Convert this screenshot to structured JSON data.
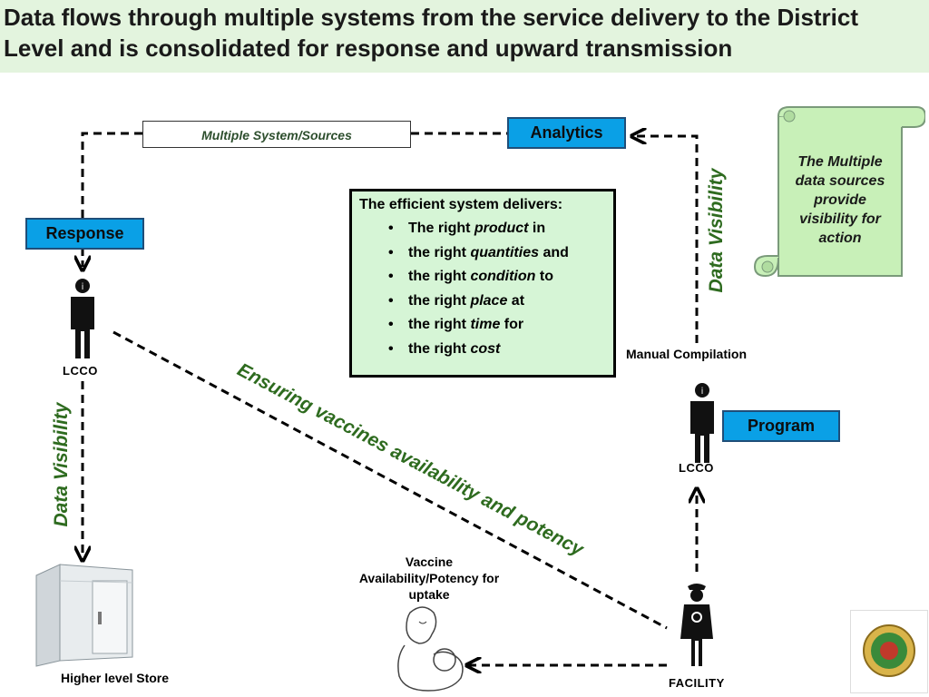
{
  "header": {
    "title": "Data flows through multiple systems from the service delivery to the District Level and is consolidated for response and upward transmission"
  },
  "boxes": {
    "sources": "Multiple System/Sources",
    "analytics": "Analytics",
    "response": "Response",
    "program": "Program"
  },
  "efficient_box": {
    "heading": "The efficient system delivers:",
    "items": [
      {
        "prefix": "The right ",
        "emph": "product",
        "suffix": " in"
      },
      {
        "prefix": "the right ",
        "emph": "quantities",
        "suffix": " and"
      },
      {
        "prefix": "the right ",
        "emph": "condition",
        "suffix": " to"
      },
      {
        "prefix": "the right ",
        "emph": "place",
        "suffix": " at"
      },
      {
        "prefix": "the right ",
        "emph": "time",
        "suffix": " for"
      },
      {
        "prefix": "the right ",
        "emph": "cost",
        "suffix": ""
      }
    ]
  },
  "labels": {
    "data_visibility_right": "Data Visibility",
    "data_visibility_left": "Data Visibility",
    "manual_compilation": "Manual Compilation",
    "diagonal": "Ensuring vaccines availability and potency",
    "vaccine_availability": "Vaccine Availability/Potency for uptake",
    "higher_store": "Higher level Store",
    "lcco_top_left": "LCCO",
    "lcco_right": "LCCO",
    "facility": "FACILITY"
  },
  "scroll": {
    "text": "The Multiple data sources provide visibility for action"
  },
  "colors": {
    "title_bg": "#e3f4de",
    "box_blue": "#0aa0e6",
    "efficient_bg": "#d6f5d6",
    "green_text": "#2e6b1f",
    "scroll_bg": "#c8f0b8"
  }
}
